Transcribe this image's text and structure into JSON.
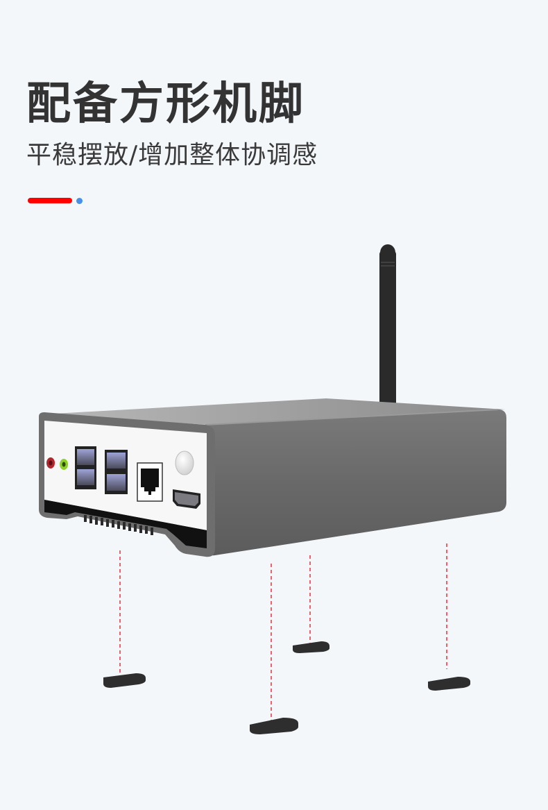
{
  "heading": {
    "title": "配备方形机脚",
    "subtitle": "平稳摆放/增加整体协调感"
  },
  "decoration": {
    "accent_bar_color": "#ff0000",
    "accent_dot_color": "#4a90e2"
  },
  "colors": {
    "background": "#f3f7fa",
    "title_text": "#333333",
    "chassis": "#6b6b6b",
    "front_panel": "#f7f7f7",
    "guide_line": "#e8323c",
    "foot_pad": "#2e2e2e",
    "antenna": "#2a2a2a"
  },
  "product": {
    "name": "mini PC with antenna",
    "front_ports": [
      "audio-in-red",
      "audio-out-green",
      "usb-a",
      "usb-a",
      "usb-a",
      "usb-a",
      "rj45-ethernet",
      "power-button",
      "hdmi"
    ],
    "feet_count": 4
  }
}
